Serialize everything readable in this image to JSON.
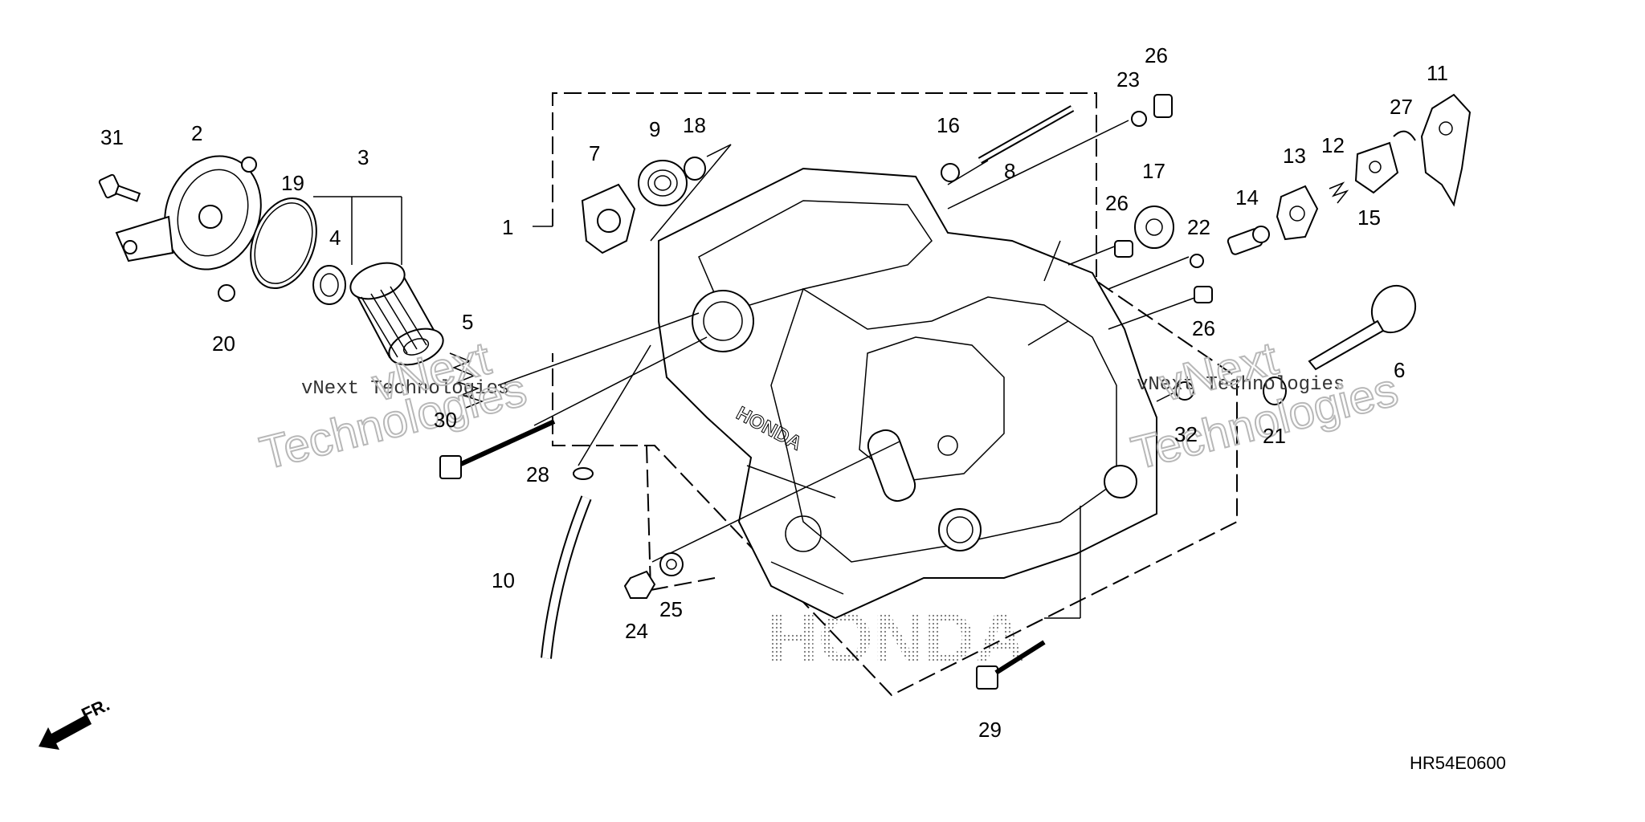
{
  "callouts": {
    "c1": "1",
    "c2": "2",
    "c3": "3",
    "c4": "4",
    "c5": "5",
    "c6": "6",
    "c7": "7",
    "c8": "8",
    "c9": "9",
    "c10": "10",
    "c11": "11",
    "c12": "12",
    "c13": "13",
    "c14": "14",
    "c15": "15",
    "c16": "16",
    "c17": "17",
    "c18": "18",
    "c19": "19",
    "c20": "20",
    "c21": "21",
    "c22": "22",
    "c23": "23",
    "c24": "24",
    "c25": "25",
    "c26a": "26",
    "c26b": "26",
    "c26c": "26",
    "c27": "27",
    "c28": "28",
    "c29": "29",
    "c30": "30",
    "c31": "31",
    "c32": "32"
  },
  "watermark": {
    "line1": "vNext Technologies",
    "big1": "Technologies",
    "big2": "vNext",
    "brand": "HONDA",
    "casting": "HONDA"
  },
  "direction_label": "FR.",
  "diagram_code": "HR54E0600"
}
